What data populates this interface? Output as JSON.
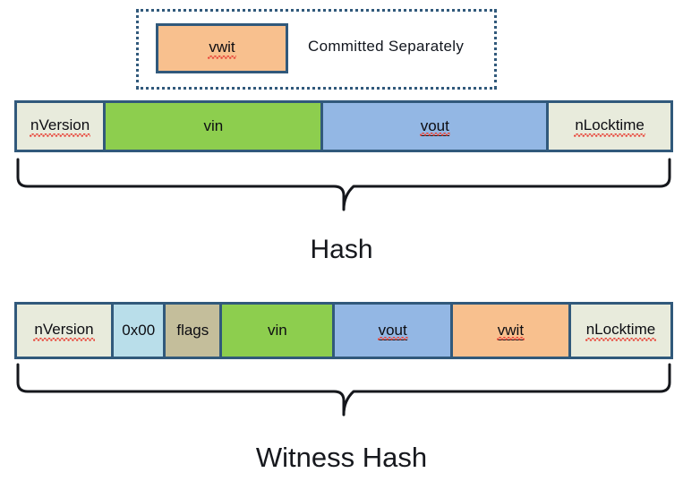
{
  "diagram": {
    "title": "Bitcoin transaction serialization: legacy hash vs witness hash",
    "colors": {
      "border": "#31597B",
      "cream": "#E8EBDC",
      "green": "#8DCE4E",
      "blue": "#93B7E4",
      "orange": "#F8C08E",
      "tan": "#C4BE9B",
      "lightblue": "#B9DEEA",
      "text": "#16181d",
      "spellcheck_underline": "#e8463a"
    }
  },
  "committed_group": {
    "vwit_label": "vwit",
    "note": "Committed  Separately"
  },
  "legacy_tx": {
    "segments": [
      {
        "label": "nVersion",
        "color": "#E8EBDC",
        "width_pct": 13.6,
        "spellcheck": true,
        "underline": false
      },
      {
        "label": "vin",
        "color": "#8DCE4E",
        "width_pct": 33.3,
        "spellcheck": false,
        "underline": false
      },
      {
        "label": "vout",
        "color": "#93B7E4",
        "width_pct": 34.5,
        "spellcheck": true,
        "underline": true
      },
      {
        "label": "nLocktime",
        "color": "#E8EBDC",
        "width_pct": 18.6,
        "spellcheck": true,
        "underline": false
      }
    ]
  },
  "legacy_hash_caption": "Hash",
  "segwit_tx": {
    "segments": [
      {
        "label": "nVersion",
        "color": "#E8EBDC",
        "width_pct": 14.8,
        "spellcheck": true,
        "underline": false
      },
      {
        "label": "0x00",
        "color": "#B9DEEA",
        "width_pct": 8.0,
        "spellcheck": false,
        "underline": false
      },
      {
        "label": "flags",
        "color": "#C4BE9B",
        "width_pct": 8.6,
        "spellcheck": false,
        "underline": false
      },
      {
        "label": "vin",
        "color": "#8DCE4E",
        "width_pct": 17.3,
        "spellcheck": false,
        "underline": false
      },
      {
        "label": "vout",
        "color": "#93B7E4",
        "width_pct": 18.0,
        "spellcheck": true,
        "underline": true
      },
      {
        "label": "vwit",
        "color": "#F8C08E",
        "width_pct": 18.1,
        "spellcheck": true,
        "underline": true
      },
      {
        "label": "nLocktime",
        "color": "#E8EBDC",
        "width_pct": 15.2,
        "spellcheck": true,
        "underline": false
      }
    ]
  },
  "witness_hash_caption": "Witness Hash"
}
